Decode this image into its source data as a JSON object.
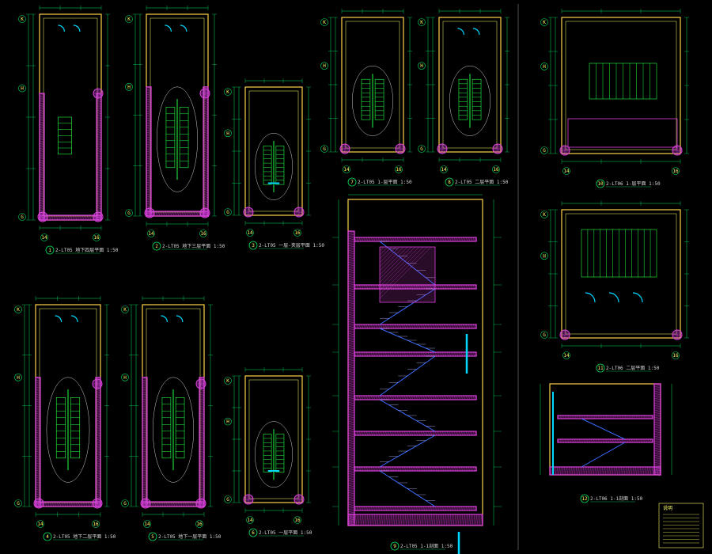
{
  "colors": {
    "background": "#000000",
    "wall": "#e040e0",
    "frame": "#ffd24a",
    "inner": "#ffff66",
    "dim": "#00e060",
    "stair": "#22ff44",
    "glass": "#00d8ff",
    "text": "#d8d8d8",
    "red": "#ff2a2a",
    "blue": "#3a6bff"
  },
  "sheets": [
    {
      "id": "plan-1",
      "number": "1",
      "caption": "2-LT05 地下四层平面 1:50"
    },
    {
      "id": "plan-2",
      "number": "2",
      "caption": "2-LT05 地下三层平面 1:50"
    },
    {
      "id": "plan-3",
      "number": "3",
      "caption": "2-LT05 一层-夹层平面 1:50"
    },
    {
      "id": "plan-4",
      "number": "4",
      "caption": "2-LT05 地下二层平面 1:50"
    },
    {
      "id": "plan-5",
      "number": "5",
      "caption": "2-LT05 地下一层平面 1:50"
    },
    {
      "id": "plan-6",
      "number": "6",
      "caption": "2-LT05 一层平面 1:50"
    },
    {
      "id": "plan-7",
      "number": "7",
      "caption": "2-LT05 1-层平面 1:50"
    },
    {
      "id": "plan-8",
      "number": "8",
      "caption": "2-LT05 二层平面 1:50"
    },
    {
      "id": "section-9",
      "number": "9",
      "caption": "2-LT05 1-1剖面 1:50"
    },
    {
      "id": "plan-10",
      "number": "10",
      "caption": "2-LT06 1-层平面 1:50"
    },
    {
      "id": "plan-11",
      "number": "11",
      "caption": "2-LT06 二层平面 1:50"
    },
    {
      "id": "section-12",
      "number": "12",
      "caption": "2-LT06 1-1剖面 1:50"
    }
  ],
  "grid_axes": {
    "top": "K",
    "mid": "H",
    "bottom": "G",
    "left": "14",
    "right": "16"
  },
  "legend_title": "说明"
}
